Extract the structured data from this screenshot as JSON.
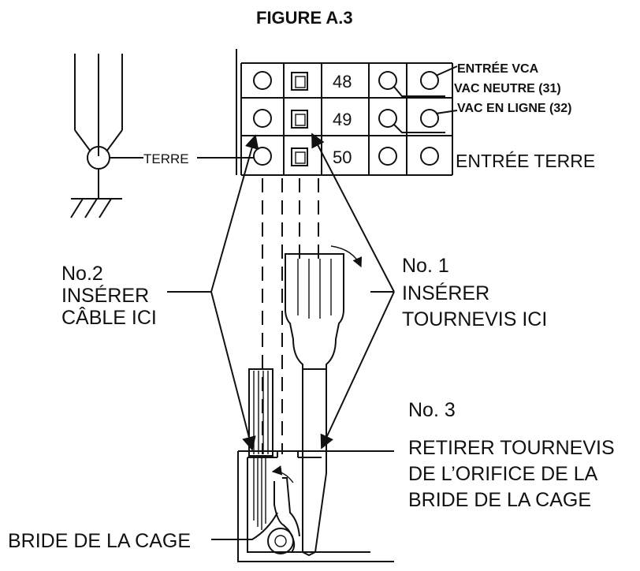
{
  "figure": {
    "title": "FIGURE A.3"
  },
  "terminal_block": {
    "rows": [
      {
        "number": "48"
      },
      {
        "number": "49"
      },
      {
        "number": "50"
      }
    ],
    "labels": {
      "vac_input": "ENTRÉE VCA",
      "vac_neutral": "VAC NEUTRE (31)",
      "vac_line": "VAC EN LIGNE (32)",
      "ground_input": "ENTRÉE TERRE"
    }
  },
  "ground": {
    "label": "TERRE"
  },
  "steps": {
    "step2": {
      "number": "No.2",
      "line1": "INSÉRER",
      "line2": "CÂBLE ICI"
    },
    "step1": {
      "number": "No. 1",
      "line1": "INSÉRER",
      "line2": "TOURNEVIS ICI"
    },
    "step3": {
      "number": "No. 3",
      "line1": "RETIRER TOURNEVIS",
      "line2": "DE L’ORIFICE DE LA",
      "line3": "BRIDE DE LA CAGE"
    }
  },
  "cage": {
    "label": "BRIDE DE LA CAGE"
  },
  "colors": {
    "ink": "#111111",
    "background": "#ffffff"
  }
}
